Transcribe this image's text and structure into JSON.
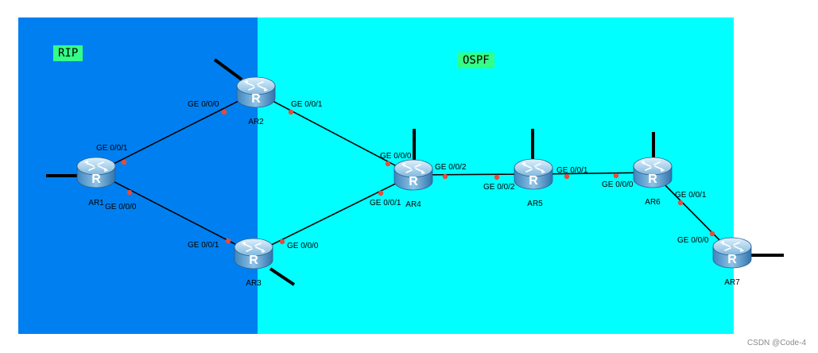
{
  "areas": {
    "rip": {
      "label": "RIP",
      "color": "#0080f0"
    },
    "ospf": {
      "label": "OSPF",
      "color": "#00ffff"
    }
  },
  "tag_color": "#33ff88",
  "link_dot_color": "#e64b3c",
  "routers": [
    {
      "id": "AR1",
      "name": "AR1"
    },
    {
      "id": "AR2",
      "name": "AR2"
    },
    {
      "id": "AR3",
      "name": "AR3"
    },
    {
      "id": "AR4",
      "name": "AR4"
    },
    {
      "id": "AR5",
      "name": "AR5"
    },
    {
      "id": "AR6",
      "name": "AR6"
    },
    {
      "id": "AR7",
      "name": "AR7"
    }
  ],
  "links": [
    {
      "from": "AR1",
      "from_port": "GE 0/0/1",
      "to": "AR2",
      "to_port": "GE 0/0/0"
    },
    {
      "from": "AR1",
      "from_port": "GE 0/0/0",
      "to": "AR3",
      "to_port": "GE 0/0/1"
    },
    {
      "from": "AR2",
      "from_port": "GE 0/0/1",
      "to": "AR4",
      "to_port": "GE 0/0/0"
    },
    {
      "from": "AR3",
      "from_port": "GE 0/0/0",
      "to": "AR4",
      "to_port": "GE 0/0/1"
    },
    {
      "from": "AR4",
      "from_port": "GE 0/0/2",
      "to": "AR5",
      "to_port": "GE 0/0/2"
    },
    {
      "from": "AR5",
      "from_port": "GE 0/0/1",
      "to": "AR6",
      "to_port": "GE 0/0/0"
    },
    {
      "from": "AR6",
      "from_port": "GE 0/0/1",
      "to": "AR7",
      "to_port": "GE 0/0/0"
    }
  ],
  "watermark": "CSDN @Code-4"
}
